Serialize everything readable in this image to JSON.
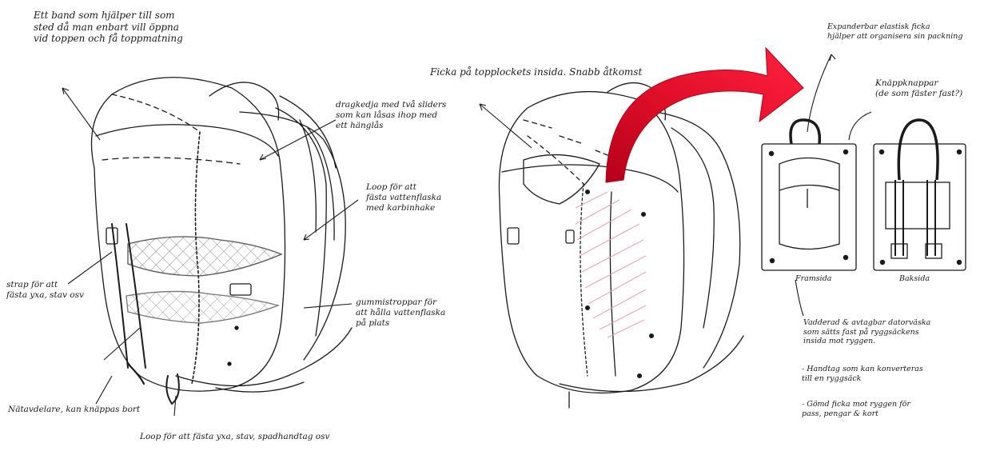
{
  "annotations": {
    "top_left": "Ett band som hjälper till som\nsted då man enbart vill öppna\nvid toppen och få toppmatning",
    "zipper": "dragkedja med två sliders\nsom kan låsas ihop med\nett hänglås",
    "bottle_loop": "Loop för att\nfästa vattenflaska\nmed karbinhake",
    "strap_left": "strap för att\nfästa yxa, stav osv",
    "rubber_straps": "gummistroppar för\natt hålla vattenflaska\npå plats",
    "mesh_part": "Nätavdelare, kan knäppas bort",
    "bottom_loop": "Loop för att fästa yxa, stav, spadhandtag osv",
    "lid_pocket": "Ficka på topplockets insida. Snabb åtkomst",
    "elastic_pocket": "Expanderbar elastisk ficka\nhjälper att organisera sin packning",
    "snap_buttons": "Knäppknappar\n(de som fäster fast?)",
    "front_label": "Framsida",
    "back_label": "Baksida",
    "laptop_case": "Vadderad & avtagbar datorväska\nsom sätts fast på ryggsäckens\ninsida mot ryggen.",
    "handle_note": "- Handtag som kan konverteras\ntill en ryggsäck",
    "hidden_pocket": "- Gömd ficka mot ryggen för\npass, pengar & kort"
  },
  "colors": {
    "ink": "#1b1b1b",
    "arrow_red": "#e3102a",
    "pink_hatch": "#e79ab4"
  }
}
